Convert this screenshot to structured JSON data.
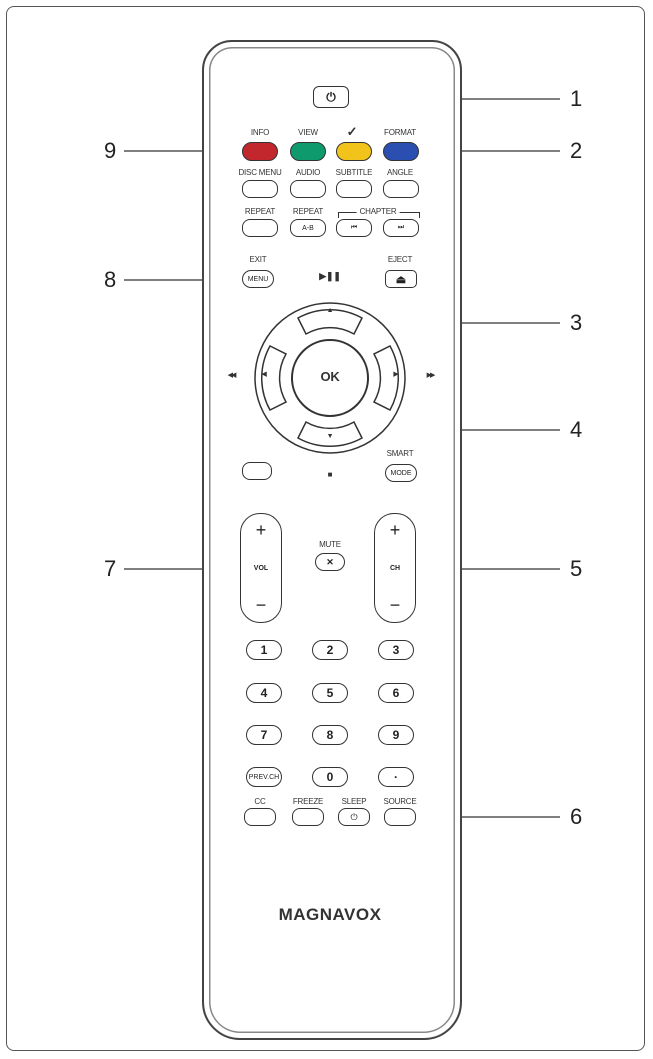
{
  "brand": "MAGNAVOX",
  "colors": {
    "red": "#c1272d",
    "green": "#0f9a6e",
    "yellow": "#f2c31b",
    "blue": "#2a4fb0"
  },
  "color_row": {
    "info": "INFO",
    "view": "VIEW",
    "check": "✓",
    "format": "FORMAT"
  },
  "row2": {
    "disc_menu": "DISC MENU",
    "audio": "AUDIO",
    "subtitle": "SUBTITLE",
    "angle": "ANGLE"
  },
  "row3": {
    "repeat": "REPEAT",
    "repeat_ab": "REPEAT",
    "ab": "A-B",
    "chapter": "CHAPTER",
    "prev": "⏮",
    "next": "⏭"
  },
  "nav": {
    "exit": "EXIT",
    "menu": "MENU",
    "play_pause": "▶❚❚",
    "eject": "EJECT",
    "eject_icon": "⏏",
    "ok": "OK",
    "up": "▲",
    "down": "▼",
    "left": "◀",
    "right": "▶",
    "rew": "◀◀",
    "ff": "▶▶",
    "stop": "■",
    "smart": "SMART",
    "mode": "MODE"
  },
  "volume": {
    "plus": "+",
    "label": "VOL",
    "minus": "−"
  },
  "mute": {
    "label": "MUTE",
    "icon": "🔇"
  },
  "channel": {
    "plus": "+",
    "label": "CH",
    "minus": "−"
  },
  "numbers": [
    "1",
    "2",
    "3",
    "4",
    "5",
    "6",
    "7",
    "8",
    "9"
  ],
  "bottom": {
    "prevch": "PREV.CH",
    "zero": "0",
    "dot": "·"
  },
  "last_row": {
    "cc": "CC",
    "freeze": "FREEZE",
    "sleep": "SLEEP",
    "source": "SOURCE"
  },
  "callouts": [
    "1",
    "2",
    "3",
    "4",
    "5",
    "6",
    "7",
    "8",
    "9"
  ]
}
